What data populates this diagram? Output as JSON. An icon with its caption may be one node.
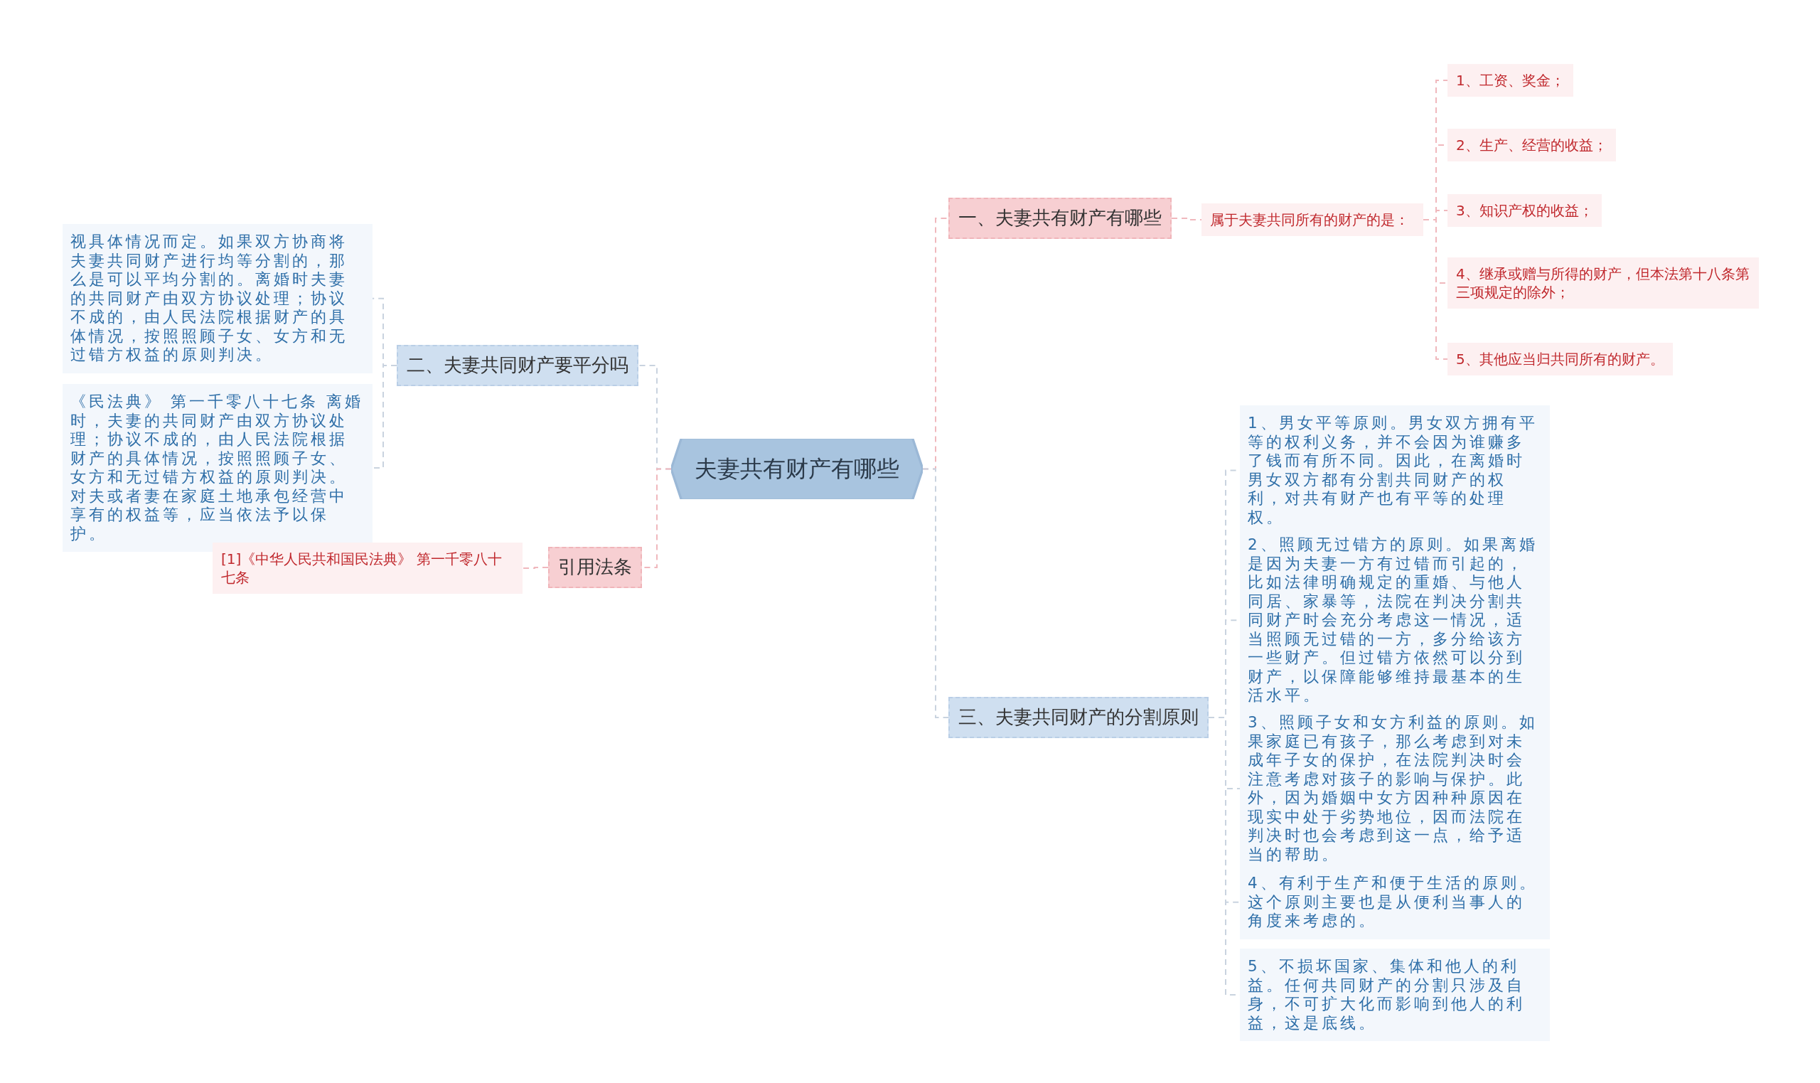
{
  "diagram": {
    "nodes": [
      {
        "text": [
          "夫妻共有财产有哪些"
        ]
      },
      {
        "text": [
          "一、夫妻共有财产有哪些"
        ]
      },
      {
        "text": [
          "属于夫妻共同所有的财产的是："
        ]
      },
      {
        "text": [
          "1、工资、奖金；"
        ]
      },
      {
        "text": [
          "2、生产、经营的收益；"
        ]
      },
      {
        "text": [
          "3、知识产权的收益；"
        ]
      },
      {
        "text": [
          "4、继承或赠与所得的财产，但本法第十八条第三项规定的除外；"
        ]
      },
      {
        "text": [
          "5、其他应当归共同所有的财产。"
        ]
      },
      {
        "text": [
          "二、夫妻共同财产要平分吗"
        ]
      },
      {
        "text": [
          "视具体情况而定。如果双方协商将夫妻共同财产进行均等分割的，那么是可以平均分割的。离婚时夫妻的共同财产由双方协议处理；协议不成的，由人民法院根据财产的具体情况，按照照顾子女、女方和无过错方权益的原则判决。"
        ]
      },
      {
        "text": [
          "《民法典》 第一千零八十七条 离婚时，夫妻的共同财产由双方协议处理；协议不成的，由人民法院根据财产的具体情况，按照照顾子女、女方和无过错方权益的原则判决。对夫或者妻在家庭土地承包经营中享有的权益等，应当依法予以保护。"
        ]
      },
      {
        "text": [
          "引用法条"
        ]
      },
      {
        "text": [
          "[1]《中华人民共和国民法典》 第一千零八十七条"
        ]
      },
      {
        "text": [
          "三、夫妻共同财产的分割原则"
        ]
      },
      {
        "text": [
          "1、男女平等原则。男女双方拥有平等的权利义务，并不会因为谁赚多了钱而有所不同。因此，在离婚时男女双方都有分割共同财产的权利，对共有财产也有平等的处理权。"
        ]
      },
      {
        "text": [
          "2、照顾无过错方的原则。如果离婚是因为夫妻一方有过错而引起的，比如法律明确规定的重婚、与他人同居、家暴等，法院在判决分割共同财产时会充分考虑这一情况，适当照顾无过错的一方，多分给该方一些财产。但过错方依然可以分到财产，以保障能够维持最基本的生活水平。"
        ]
      },
      {
        "text": [
          "3、照顾子女和女方利益的原则。如果家庭已有孩子，那么考虑到对未成年子女的保护，在法院判决时会注意考虑对孩子的影响与保护。此外，因为婚姻中女方因种种原因在现实中处于劣势地位，因而法院在判决时也会考虑到这一点，给予适当的帮助。"
        ]
      },
      {
        "text": [
          "4、有利于生产和便于生活的原则。这个原则主要也是从便利当事人的角度来考虑的。"
        ]
      },
      {
        "text": [
          "5、不损坏国家、集体和他人的利益。任何共同财产的分割只涉及自身，不可扩大化而影响到他人的利益，这是底线。"
        ]
      }
    ],
    "edges": [
      {
        "from": 0,
        "to": 1,
        "arrow": "none",
        "style": "dashed"
      },
      {
        "from": 1,
        "to": 2,
        "arrow": "none",
        "style": "dashed"
      },
      {
        "from": 2,
        "to": 3,
        "arrow": "none",
        "style": "dashed"
      },
      {
        "from": 2,
        "to": 4,
        "arrow": "none",
        "style": "dashed"
      },
      {
        "from": 2,
        "to": 5,
        "arrow": "none",
        "style": "dashed"
      },
      {
        "from": 2,
        "to": 6,
        "arrow": "none",
        "style": "dashed"
      },
      {
        "from": 2,
        "to": 7,
        "arrow": "none",
        "style": "dashed"
      },
      {
        "from": 0,
        "to": 8,
        "arrow": "none",
        "style": "dashed",
        "color": "#c9d3df"
      },
      {
        "from": 8,
        "to": 9,
        "arrow": "none",
        "style": "dashed",
        "color": "#c9d3df"
      },
      {
        "from": 8,
        "to": 10,
        "arrow": "none",
        "style": "dashed",
        "color": "#c9d3df"
      },
      {
        "from": 0,
        "to": 11,
        "arrow": "none",
        "style": "dashed"
      },
      {
        "from": 11,
        "to": 12,
        "arrow": "none",
        "style": "dashed"
      },
      {
        "from": 0,
        "to": 13,
        "arrow": "none",
        "style": "dashed",
        "color": "#c9d3df"
      },
      {
        "from": 13,
        "to": 14,
        "arrow": "none",
        "style": "dashed",
        "color": "#c9d3df"
      },
      {
        "from": 13,
        "to": 15,
        "arrow": "none",
        "style": "dashed",
        "color": "#c9d3df"
      },
      {
        "from": 13,
        "to": 16,
        "arrow": "none",
        "style": "dashed",
        "color": "#c9d3df"
      },
      {
        "from": 13,
        "to": 17,
        "arrow": "none",
        "style": "dashed",
        "color": "#c9d3df"
      },
      {
        "from": 13,
        "to": 18,
        "arrow": "none",
        "style": "dashed",
        "color": "#c9d3df"
      }
    ]
  }
}
